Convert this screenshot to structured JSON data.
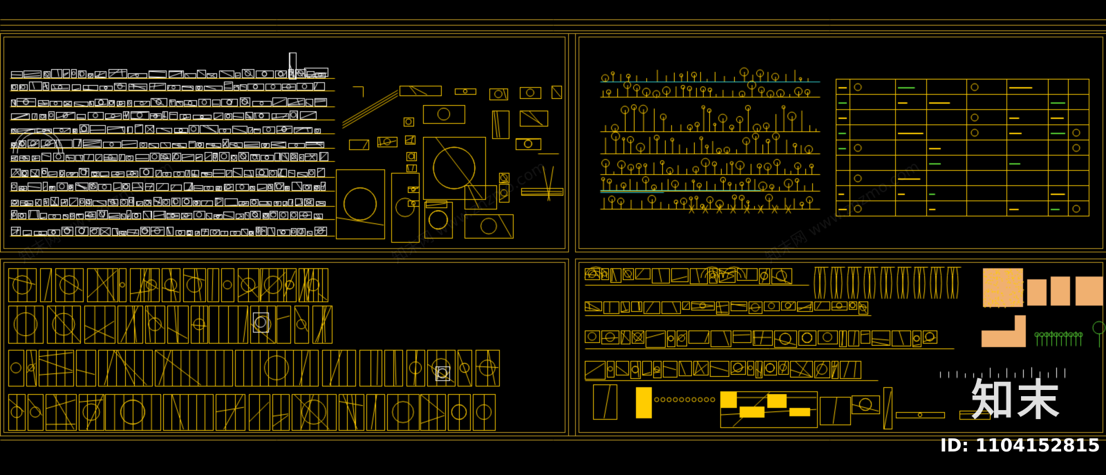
{
  "watermark": {
    "logo_text": "知末",
    "id_text": "ID: 1104152815",
    "diagonal_text": "知末网 www.znzmo.com"
  },
  "colors": {
    "background": "#000000",
    "frame": "#c9a227",
    "block_yellow": "#ffcc00",
    "block_white": "#ffffff",
    "block_orange": "#f0b070",
    "block_teal": "#33cccc",
    "block_green": "#55cc33"
  },
  "panels": [
    {
      "name": "top-left-ornament-panel",
      "content": "decorative-carvings-railings-screens"
    },
    {
      "name": "top-right-lighting-panel",
      "content": "lamps-and-symbol-legend-table"
    },
    {
      "name": "bottom-left-cabinet-panel",
      "content": "doors-and-wardrobe-elevations"
    },
    {
      "name": "bottom-right-furniture-panel",
      "content": "sofas-curtains-materials-furniture"
    }
  ]
}
